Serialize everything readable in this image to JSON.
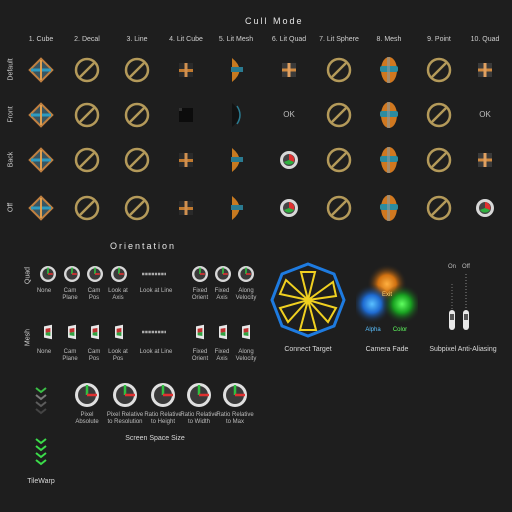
{
  "cull": {
    "title": "Cull Mode",
    "columns": [
      "1. Cube",
      "2. Decal",
      "3. Line",
      "4. Lit Cube",
      "5. Lit Mesh",
      "6. Lit Quad",
      "7. Lit Sphere",
      "8. Mesh",
      "9. Point",
      "10. Quad"
    ],
    "rows": [
      "Default",
      "Front",
      "Back",
      "Off"
    ],
    "grid": [
      [
        "cube",
        "ring",
        "ring",
        "litcube",
        "litmesh",
        "litquad",
        "ring",
        "mesh",
        "ring",
        "litquad"
      ],
      [
        "cube",
        "ring",
        "ring",
        "litcube-dark",
        "litmesh-dark",
        "ok",
        "ring",
        "mesh",
        "ring",
        "ok"
      ],
      [
        "cube",
        "ring",
        "ring",
        "litcube",
        "litmesh",
        "sphere",
        "ring",
        "mesh",
        "ring",
        "litquad"
      ],
      [
        "cube",
        "ring",
        "ring",
        "litcube",
        "litmesh",
        "sphere",
        "ring",
        "mesh",
        "ring",
        "sphere"
      ]
    ],
    "ok_label": "OK"
  },
  "orientation": {
    "title": "Orientation",
    "quad_label": "Quad",
    "mesh_label": "Mesh",
    "quad_items": [
      "None",
      "Cam\nPlane",
      "Cam\nPos",
      "Look at\nAxis",
      "Look at Line",
      "Fixed\nOrient",
      "Fixed\nAxis",
      "Along\nVelocity"
    ],
    "mesh_items": [
      "None",
      "Cam\nPlane",
      "Cam\nPos",
      "Look at\nPos",
      "Look at Line",
      "Fixed\nOrient",
      "Fixed\nAxis",
      "Along\nVelocity"
    ]
  },
  "screen_space": {
    "title": "Screen Space Size",
    "items": [
      "Pixel\nAbsolute",
      "Pixel Relative\nto Resolution",
      "Ratio Relative\nto Height",
      "Ratio Relative\nto Width",
      "Ratio Relative\nto Max"
    ]
  },
  "connect_target": {
    "title": "Connect Target"
  },
  "camera_fade": {
    "title": "Camera Fade",
    "labels": [
      "Exit",
      "Alpha",
      "Color"
    ]
  },
  "subpixel": {
    "title": "Subpixel Anti-Aliasing",
    "labels": [
      "On",
      "Off"
    ]
  },
  "tilewarp": {
    "title": "TileWarp"
  },
  "colors": {
    "ring": "#b49a5a",
    "orange": "#e08a2a",
    "teal": "#2f8fa0",
    "blue": "#1e7be0",
    "yellow": "#f0d020",
    "green": "#39c84a",
    "red": "#e03030"
  }
}
